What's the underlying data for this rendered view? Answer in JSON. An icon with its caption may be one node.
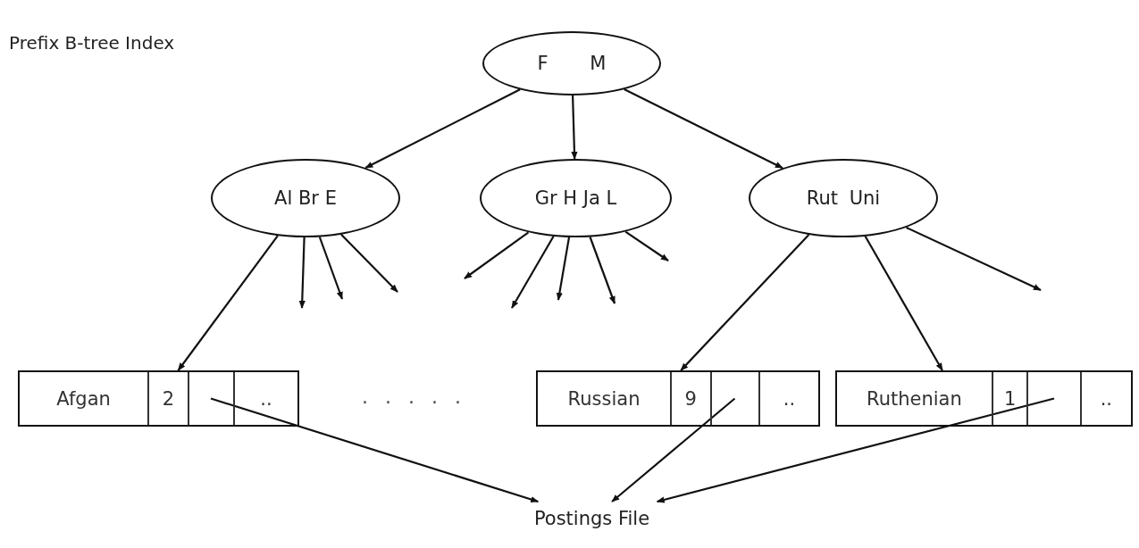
{
  "diagram": {
    "title": "Prefix B-tree Index",
    "nodes": [
      {
        "text": [
          "F M"
        ]
      },
      {
        "text": [
          "Al Br E"
        ]
      },
      {
        "text": [
          "Gr H Ja L"
        ]
      },
      {
        "text": [
          "Rut Uni"
        ]
      },
      {
        "text": [
          "Afgan",
          "2",
          ".."
        ]
      },
      {
        "text": [],
        "shape": "box",
        "in": 4
      },
      {
        "text": [
          "Russian",
          "9",
          ".."
        ]
      },
      {
        "text": [],
        "shape": "box",
        "in": 6
      },
      {
        "text": [
          "Ruthenian",
          "1",
          ".."
        ]
      },
      {
        "text": [],
        "shape": "box",
        "in": 8
      },
      {
        "text": [
          "Postings File"
        ]
      }
    ],
    "edges": [
      {
        "from": 0,
        "to": 1,
        "arrow": "to"
      },
      {
        "from": 0,
        "to": 2,
        "arrow": "to"
      },
      {
        "from": 0,
        "to": 3,
        "arrow": "to"
      },
      {
        "from": 1,
        "to": 4,
        "arrow": "to"
      },
      {
        "from": 1,
        "to": null,
        "arrow": "to"
      },
      {
        "from": 1,
        "to": null,
        "arrow": "to"
      },
      {
        "from": 1,
        "to": null,
        "arrow": "to"
      },
      {
        "from": 2,
        "to": null,
        "arrow": "to"
      },
      {
        "from": 2,
        "to": null,
        "arrow": "to"
      },
      {
        "from": 2,
        "to": null,
        "arrow": "to"
      },
      {
        "from": 2,
        "to": null,
        "arrow": "to"
      },
      {
        "from": 2,
        "to": null,
        "arrow": "to"
      },
      {
        "from": 3,
        "to": 6,
        "arrow": "to"
      },
      {
        "from": 3,
        "to": 8,
        "arrow": "to"
      },
      {
        "from": 3,
        "to": null,
        "arrow": "to"
      },
      {
        "from": 5,
        "to": 10,
        "arrow": "to"
      },
      {
        "from": 7,
        "to": 10,
        "arrow": "to"
      },
      {
        "from": 9,
        "to": 10,
        "arrow": "to"
      }
    ],
    "labels": [
      ". . . . ."
    ]
  }
}
